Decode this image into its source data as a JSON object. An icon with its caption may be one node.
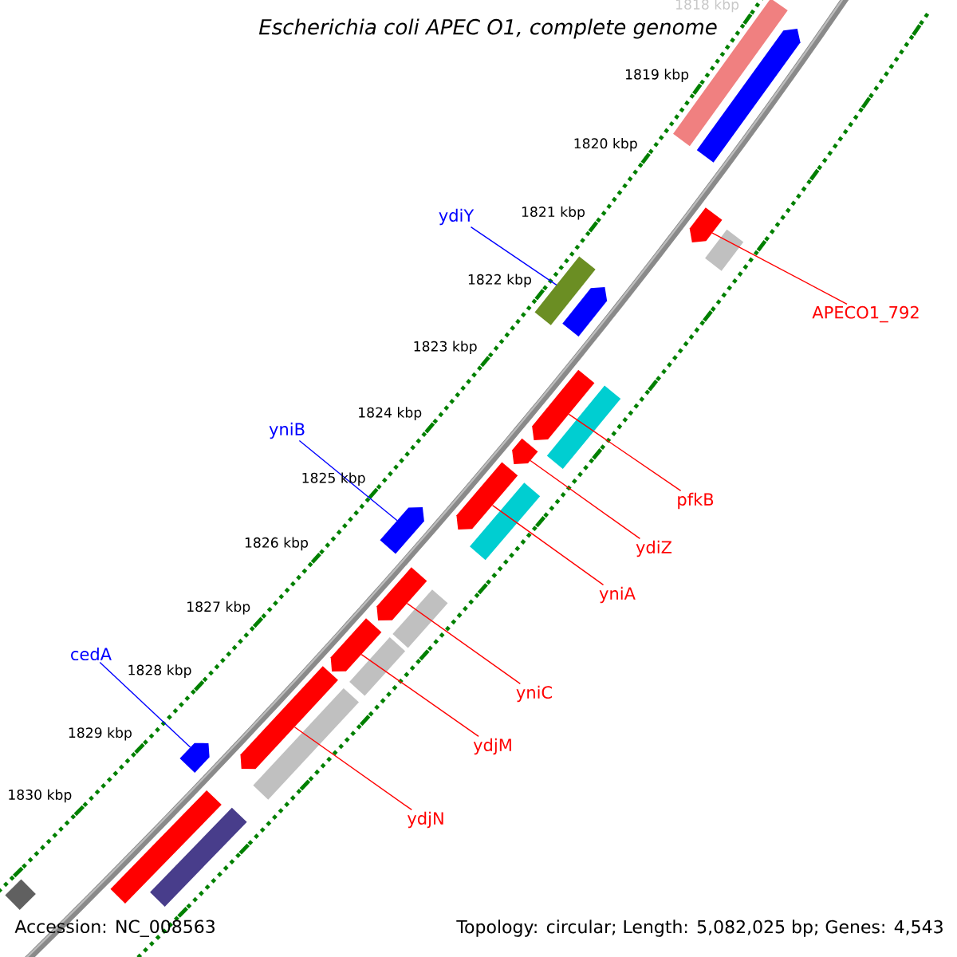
{
  "diagram": {
    "title": "*Escherichia coli* APEC O1, complete genome",
    "nodes": [
      {
        "text": [
          "ydiY"
        ]
      },
      {
        "text": [
          "APECO1_792"
        ]
      },
      {
        "text": [
          "yniB"
        ]
      },
      {
        "text": [
          "pfkB"
        ]
      },
      {
        "text": [
          "ydiZ"
        ]
      },
      {
        "text": [
          "yniA"
        ]
      },
      {
        "text": [
          "cedA"
        ]
      },
      {
        "text": [
          "yniC"
        ]
      },
      {
        "text": [
          "ydjM"
        ]
      },
      {
        "text": [
          "ydjN"
        ]
      },
      {
        "text": [],
        "shape": "bar"
      },
      {
        "text": [],
        "shape": "bar"
      },
      {
        "text": [],
        "shape": "bar"
      },
      {
        "text": [],
        "shape": "bar"
      },
      {
        "text": [],
        "shape": "bar"
      },
      {
        "text": [],
        "shape": "bar"
      },
      {
        "text": [],
        "shape": "bar"
      },
      {
        "text": [],
        "shape": "bar"
      },
      {
        "text": [],
        "shape": "bar"
      },
      {
        "text": [],
        "shape": "bar"
      },
      {
        "text": [],
        "shape": "bar"
      },
      {
        "text": [],
        "shape": "bar"
      },
      {
        "text": [],
        "shape": "bar"
      },
      {
        "text": [],
        "shape": "bar"
      },
      {
        "text": [],
        "shape": "bar"
      },
      {
        "text": [],
        "shape": "bar"
      },
      {
        "text": [],
        "shape": "bar"
      },
      {
        "text": [],
        "shape": "bar"
      },
      {
        "text": [],
        "shape": "bar"
      },
      {
        "text": [],
        "shape": "bar"
      },
      {
        "text": [],
        "shape": "bar"
      },
      {
        "text": [],
        "shape": "bar"
      }
    ],
    "edges": [
      {
        "from": 0,
        "to": 14,
        "arrow": "none",
        "color": "#0000ff"
      },
      {
        "from": 1,
        "to": 12,
        "arrow": "none"
      },
      {
        "from": 2,
        "to": 21,
        "arrow": "none",
        "color": "#0000ff"
      },
      {
        "from": 3,
        "to": 16,
        "arrow": "none"
      },
      {
        "from": 4,
        "to": 18,
        "arrow": "none"
      },
      {
        "from": 5,
        "to": 19,
        "arrow": "none"
      },
      {
        "from": 6,
        "to": 28,
        "arrow": "none",
        "color": "#0000ff"
      },
      {
        "from": 7,
        "to": 22,
        "arrow": "none"
      },
      {
        "from": 8,
        "to": 24,
        "arrow": "none"
      },
      {
        "from": 9,
        "to": 26,
        "arrow": "none"
      }
    ],
    "labels": [
      "1818 kbp",
      "1819 kbp",
      "1820 kbp",
      "1821 kbp",
      "1822 kbp",
      "1823 kbp",
      "1824 kbp",
      "1825 kbp",
      "1826 kbp",
      "1827 kbp",
      "1828 kbp",
      "1829 kbp",
      "1830 kbp",
      "Accession: NC_008563",
      "Topology: circular; Length: 5,082,025 bp; Genes: 4,543"
    ]
  }
}
